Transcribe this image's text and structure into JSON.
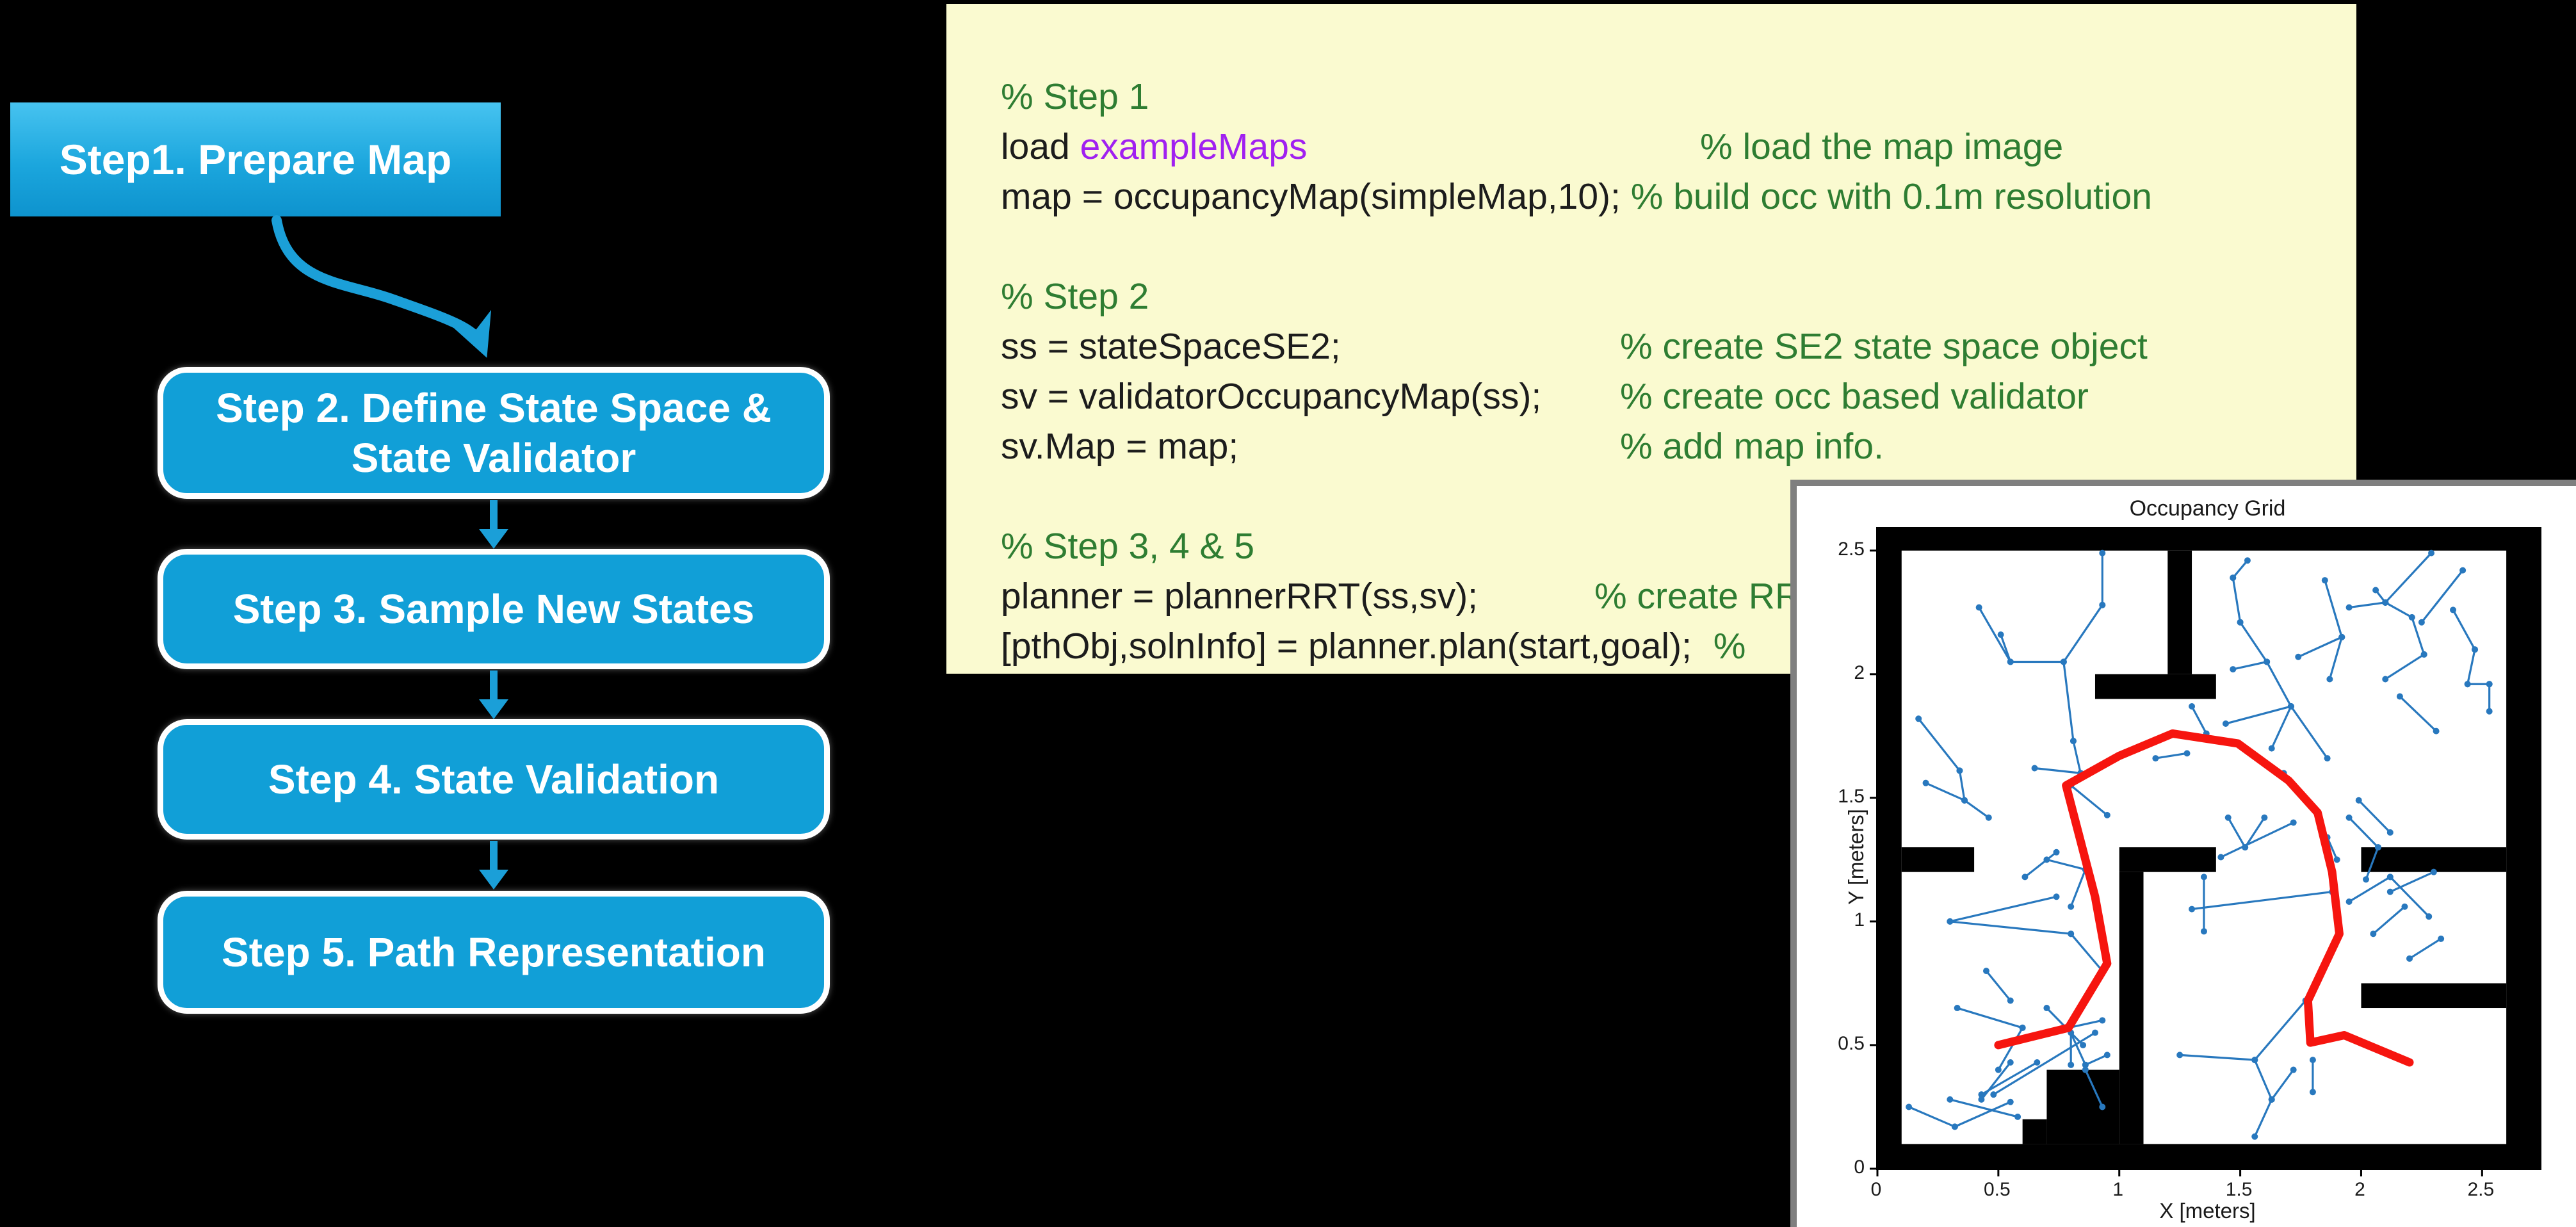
{
  "flowchart": {
    "box1": "Step1. Prepare Map",
    "box2a": "Step 2. Define State Space &",
    "box2b": "State Validator",
    "box3": "Step 3. Sample New States",
    "box4": "Step 4. State Validation",
    "box5": "Step 5. Path Representation"
  },
  "code": {
    "l1_comment": "% Step 1",
    "l2_code": "load ",
    "l2_keyword": "exampleMaps",
    "l2_comment": "% load the map image",
    "l3_code": "map = occupancyMap(simpleMap,10); ",
    "l3_comment": "% build occ with 0.1m resolution",
    "l4_comment": "% Step 2",
    "l5_code": "ss = stateSpaceSE2;",
    "l5_comment": "% create SE2 state space object",
    "l6_code": "sv = validatorOccupancyMap(ss);",
    "l6_comment": "% create occ based validator",
    "l7_code": "sv.Map = map;",
    "l7_comment": "% add map info.",
    "l8_comment": "% Step 3, 4 & 5",
    "l9_code": "planner = plannerRRT(ss,sv);  ",
    "l9_comment": "% create RR",
    "l10_code": "[pthObj,solnInfo] = planner.plan(start,goal); ",
    "l10_comment": "%"
  },
  "figure": {
    "title": "Occupancy Grid",
    "xlabel": "X [meters]",
    "ylabel": "Y [meters]"
  },
  "chart_data": {
    "type": "line",
    "title": "Occupancy Grid",
    "xlabel": "X [meters]",
    "ylabel": "Y [meters]",
    "xlim": [
      0,
      2.74
    ],
    "ylim": [
      0,
      2.59
    ],
    "grid": false,
    "x_ticks": {
      "values": [
        0,
        0.5,
        1,
        1.5,
        2,
        2.5
      ],
      "labels": [
        "0",
        "0.5",
        "1",
        "1.5",
        "2",
        "2.5"
      ]
    },
    "y_ticks": {
      "values": [
        0,
        0.5,
        1,
        1.5,
        2,
        2.5
      ],
      "labels": [
        "0",
        "0.5",
        "1",
        "1.5",
        "2",
        "2.5"
      ]
    },
    "obstacles": [
      {
        "name": "wall-bottom",
        "x": 0,
        "y": 0,
        "w": 2.74,
        "h": 0.1
      },
      {
        "name": "wall-top",
        "x": 0,
        "y": 2.5,
        "w": 2.74,
        "h": 0.09
      },
      {
        "name": "wall-left",
        "x": 0,
        "y": 0,
        "w": 0.1,
        "h": 2.59
      },
      {
        "name": "wall-right",
        "x": 2.6,
        "y": 0,
        "w": 0.14,
        "h": 2.59
      },
      {
        "name": "t-vertical",
        "x": 1.2,
        "y": 2.0,
        "w": 0.1,
        "h": 0.5
      },
      {
        "name": "t-foot",
        "x": 0.9,
        "y": 1.9,
        "w": 0.5,
        "h": 0.1
      },
      {
        "name": "bar-left",
        "x": 0.1,
        "y": 1.2,
        "w": 0.3,
        "h": 0.1
      },
      {
        "name": "bar-center",
        "x": 1.0,
        "y": 1.2,
        "w": 0.4,
        "h": 0.1
      },
      {
        "name": "bar-right",
        "x": 2.0,
        "y": 1.2,
        "w": 0.6,
        "h": 0.1
      },
      {
        "name": "wall-center-vertical",
        "x": 1.0,
        "y": 0.1,
        "w": 0.1,
        "h": 1.1
      },
      {
        "name": "bar-lower-right",
        "x": 2.0,
        "y": 0.65,
        "w": 0.6,
        "h": 0.1
      },
      {
        "name": "block-bottom-small",
        "x": 0.6,
        "y": 0.1,
        "w": 0.1,
        "h": 0.1
      },
      {
        "name": "block-bottom-large",
        "x": 0.7,
        "y": 0.1,
        "w": 0.3,
        "h": 0.3
      }
    ],
    "path": [
      [
        0.5,
        0.5
      ],
      [
        0.79,
        0.57
      ],
      [
        0.95,
        0.83
      ],
      [
        0.9,
        1.1
      ],
      [
        0.78,
        1.55
      ],
      [
        1.0,
        1.67
      ],
      [
        1.22,
        1.76
      ],
      [
        1.49,
        1.72
      ],
      [
        1.7,
        1.57
      ],
      [
        1.82,
        1.44
      ],
      [
        1.88,
        1.2
      ],
      [
        1.91,
        0.95
      ],
      [
        1.78,
        0.68
      ],
      [
        1.79,
        0.51
      ],
      [
        1.93,
        0.54
      ],
      [
        2.2,
        0.43
      ]
    ],
    "tree_segments": [
      [
        0.93,
        2.49,
        0.93,
        2.28
      ],
      [
        0.93,
        2.28,
        0.77,
        2.05
      ],
      [
        0.77,
        2.05,
        0.55,
        2.05
      ],
      [
        0.55,
        2.05,
        0.42,
        2.27
      ],
      [
        0.55,
        2.05,
        0.51,
        2.16
      ],
      [
        0.77,
        2.05,
        0.81,
        1.73
      ],
      [
        0.81,
        1.73,
        0.84,
        1.6
      ],
      [
        0.84,
        1.6,
        0.65,
        1.62
      ],
      [
        0.84,
        1.6,
        0.78,
        1.55
      ],
      [
        0.8,
        1.55,
        0.95,
        1.43
      ],
      [
        0.17,
        1.82,
        0.34,
        1.61
      ],
      [
        0.34,
        1.61,
        0.36,
        1.49
      ],
      [
        0.2,
        1.56,
        0.36,
        1.49
      ],
      [
        0.36,
        1.49,
        0.46,
        1.42
      ],
      [
        0.7,
        1.25,
        0.86,
        1.21
      ],
      [
        0.86,
        1.21,
        0.8,
        1.06
      ],
      [
        0.74,
        1.28,
        0.61,
        1.18
      ],
      [
        0.3,
        1.0,
        0.74,
        1.1
      ],
      [
        0.3,
        1.0,
        0.8,
        0.95
      ],
      [
        0.8,
        0.95,
        0.93,
        0.8
      ],
      [
        0.33,
        0.65,
        0.6,
        0.57
      ],
      [
        0.6,
        0.57,
        0.5,
        0.4
      ],
      [
        0.43,
        0.3,
        0.66,
        0.43
      ],
      [
        0.3,
        0.28,
        0.58,
        0.21
      ],
      [
        0.7,
        0.65,
        0.85,
        0.5
      ],
      [
        0.48,
        0.3,
        0.9,
        0.55
      ],
      [
        0.8,
        0.42,
        0.8,
        0.55
      ],
      [
        0.13,
        0.25,
        0.32,
        0.17
      ],
      [
        0.32,
        0.17,
        0.55,
        0.27
      ],
      [
        0.55,
        0.43,
        0.43,
        0.28
      ],
      [
        0.86,
        0.4,
        0.93,
        0.25
      ],
      [
        0.55,
        0.68,
        0.45,
        0.8
      ],
      [
        0.79,
        0.57,
        0.93,
        0.6
      ],
      [
        0.79,
        0.57,
        0.86,
        0.42
      ],
      [
        0.86,
        0.42,
        0.95,
        0.46
      ],
      [
        1.15,
        1.66,
        1.28,
        1.68
      ],
      [
        1.3,
        1.87,
        1.36,
        1.76
      ],
      [
        1.35,
        1.18,
        1.35,
        0.96
      ],
      [
        1.3,
        1.05,
        1.88,
        1.12
      ],
      [
        1.45,
        1.42,
        1.52,
        1.3
      ],
      [
        1.52,
        1.3,
        1.6,
        1.42
      ],
      [
        1.42,
        1.26,
        1.72,
        1.4
      ],
      [
        1.86,
        1.34,
        1.9,
        1.25
      ],
      [
        1.53,
        2.46,
        1.47,
        2.39
      ],
      [
        1.47,
        2.39,
        1.5,
        2.21
      ],
      [
        1.5,
        2.21,
        1.61,
        2.05
      ],
      [
        1.47,
        2.02,
        1.61,
        2.05
      ],
      [
        1.61,
        2.05,
        1.71,
        1.87
      ],
      [
        1.71,
        1.87,
        1.44,
        1.8
      ],
      [
        1.71,
        1.87,
        1.63,
        1.7
      ],
      [
        1.71,
        1.87,
        1.86,
        1.66
      ],
      [
        1.85,
        2.38,
        1.92,
        2.15
      ],
      [
        1.92,
        2.15,
        1.87,
        1.98
      ],
      [
        1.92,
        2.15,
        1.74,
        2.07
      ],
      [
        2.1,
        2.29,
        1.95,
        2.27
      ],
      [
        2.1,
        2.29,
        2.06,
        2.34
      ],
      [
        2.1,
        2.29,
        2.21,
        2.23
      ],
      [
        2.1,
        2.29,
        2.29,
        2.49
      ],
      [
        2.21,
        2.23,
        2.26,
        2.08
      ],
      [
        2.26,
        2.08,
        2.1,
        1.98
      ],
      [
        2.42,
        2.42,
        2.25,
        2.21
      ],
      [
        2.38,
        2.26,
        2.47,
        2.1
      ],
      [
        2.47,
        2.1,
        2.44,
        1.96
      ],
      [
        2.44,
        1.96,
        2.53,
        1.96
      ],
      [
        2.53,
        1.96,
        2.53,
        1.85
      ],
      [
        2.16,
        1.91,
        2.31,
        1.77
      ],
      [
        1.99,
        1.49,
        2.12,
        1.36
      ],
      [
        1.55,
        1.68,
        1.68,
        1.6
      ],
      [
        1.95,
        1.42,
        2.07,
        1.3
      ],
      [
        2.07,
        1.3,
        2.02,
        1.17
      ],
      [
        2.12,
        1.12,
        2.3,
        1.2
      ],
      [
        1.95,
        1.08,
        2.12,
        1.18
      ],
      [
        2.12,
        1.18,
        2.28,
        1.02
      ],
      [
        2.05,
        0.95,
        2.18,
        1.06
      ],
      [
        2.2,
        0.85,
        2.33,
        0.93
      ],
      [
        1.77,
        0.68,
        1.56,
        0.44
      ],
      [
        1.25,
        0.46,
        1.56,
        0.44
      ],
      [
        1.56,
        0.44,
        1.63,
        0.28
      ],
      [
        1.63,
        0.28,
        1.72,
        0.4
      ],
      [
        1.63,
        0.28,
        1.56,
        0.13
      ],
      [
        1.8,
        0.44,
        1.8,
        0.31
      ]
    ],
    "colors": {
      "occupied": "#000000",
      "free": "#ffffff",
      "tree": "#2878be",
      "path": "#f6150f"
    }
  },
  "colors": {
    "background": "#000000",
    "box_blue": "#119fd7",
    "box_blue_light": "#47c3f0",
    "arrow_blue": "#1b9fd8",
    "code_bg": "#fafad0",
    "comment_green": "#2e7d32",
    "keyword_purple": "#a020f0",
    "figure_frame_gray": "#7f7f7f"
  }
}
